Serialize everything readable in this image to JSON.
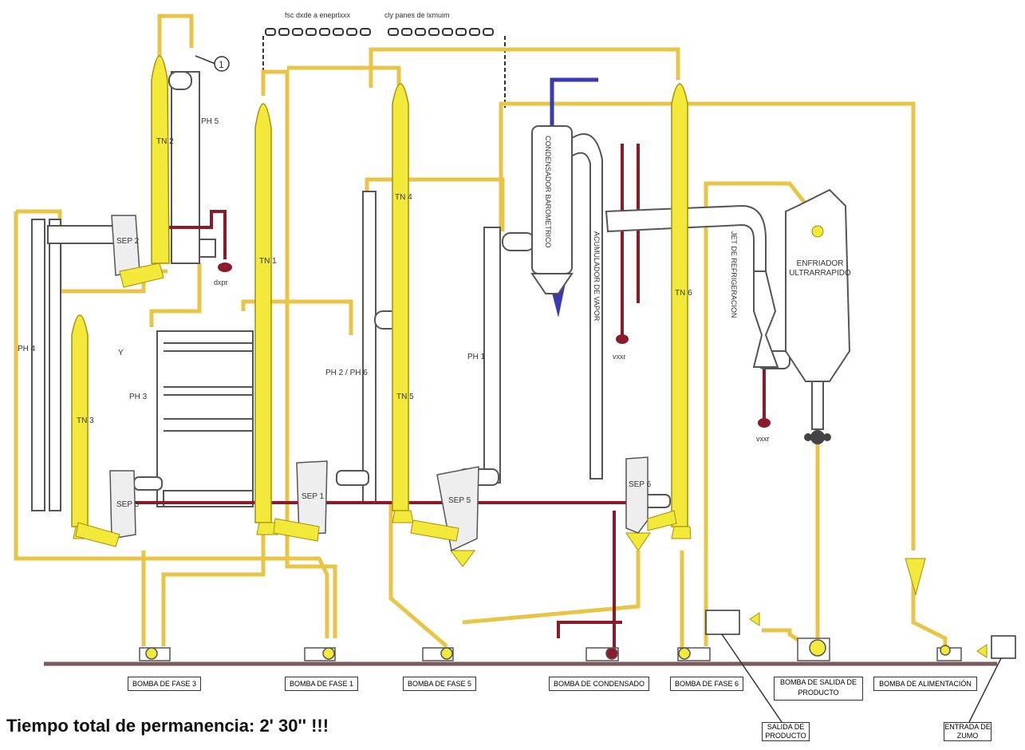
{
  "top_labels": {
    "left": "fsc dxde a eneprlxxx",
    "right": "cly panes de lxmuim"
  },
  "marker_one": "1",
  "columns": {
    "tn2": "TN 2",
    "tn1": "TN 1",
    "tn3": "TN 3",
    "tn4": "TN 4",
    "tn5": "TN 5",
    "tn6": "TN 6"
  },
  "separators": {
    "sep1": "SEP 1",
    "sep2": "SEP 2",
    "sep3": "SEP 3",
    "sep5": "SEP 5",
    "sep6": "SEP 6"
  },
  "preheaters": {
    "ph1": "PH 1",
    "ph3": "PH 3",
    "ph4": "PH 4",
    "ph5": "PH 5",
    "ph2_6": "PH 2 / PH 6"
  },
  "vertical_labels": {
    "condensador": "CONDENSADOR BAROMETRICO",
    "acumulador": "ACUMULADOR DE VAPOR",
    "jet": "JET DE REFRIGERACION"
  },
  "enfriador": "ENFRIADOR ULTRARRAPIDO",
  "small_marks": {
    "y": "Y",
    "vapor1": "dxpr",
    "vapor2": "vxxr",
    "vapor3": "vxxr"
  },
  "pumps": [
    {
      "label": "BOMBA DE FASE 3"
    },
    {
      "label": "BOMBA DE FASE 1"
    },
    {
      "label": "BOMBA DE FASE 5"
    },
    {
      "label": "BOMBA DE CONDENSADO"
    },
    {
      "label": "BOMBA DE FASE 6"
    },
    {
      "label": "BOMBA DE SALIDA DE PRODUCTO"
    },
    {
      "label": "BOMBA DE ALIMENTACIÓN"
    }
  ],
  "io": {
    "salida": "SALIDA DE PRODUCTO",
    "entrada": "ENTRADA DE ZUMO"
  },
  "footer": "Tiempo total de permanencia: 2' 30'' !!!",
  "colors": {
    "pipe": "#E8C547",
    "column": "#F2E93A",
    "vapor": "#8B1A2B",
    "water": "#3A3AB0",
    "floor": "#7a5a5a"
  }
}
